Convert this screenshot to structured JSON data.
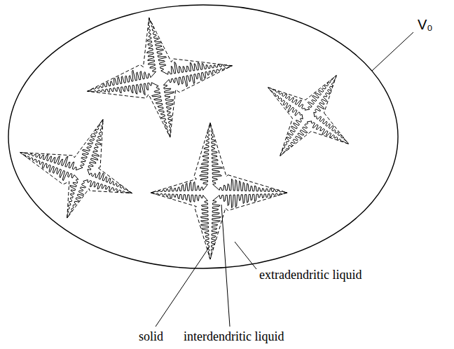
{
  "diagram": {
    "labels": [
      "V₀",
      "extradendritic liquid",
      "solid",
      "interdendritic liquid"
    ]
  }
}
